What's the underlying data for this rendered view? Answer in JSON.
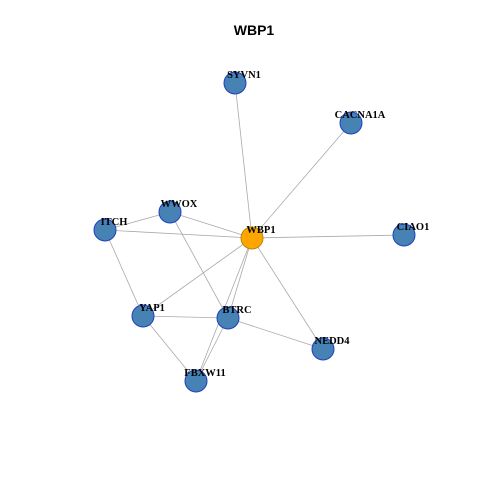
{
  "title": "WBP1",
  "colors": {
    "center_fill": "#FFA500",
    "center_stroke": "#B8860B",
    "node_fill": "#4682B4",
    "node_stroke": "#1F3FBF",
    "edge": "#A9A9A9"
  },
  "nodes": [
    {
      "id": "WBP1",
      "label": "WBP1",
      "center": true
    },
    {
      "id": "SYVN1",
      "label": "SYVN1"
    },
    {
      "id": "CACNA1A",
      "label": "CACNA1A"
    },
    {
      "id": "WWOX",
      "label": "WWOX"
    },
    {
      "id": "ITCH",
      "label": "ITCH"
    },
    {
      "id": "CIAO1",
      "label": "CIAO1"
    },
    {
      "id": "YAP1",
      "label": "YAP1"
    },
    {
      "id": "BTRC",
      "label": "BTRC"
    },
    {
      "id": "NEDD4",
      "label": "NEDD4"
    },
    {
      "id": "FBXW11",
      "label": "FBXW11"
    }
  ],
  "edges": [
    [
      "WBP1",
      "SYVN1"
    ],
    [
      "WBP1",
      "CACNA1A"
    ],
    [
      "WBP1",
      "WWOX"
    ],
    [
      "WBP1",
      "ITCH"
    ],
    [
      "WBP1",
      "CIAO1"
    ],
    [
      "WBP1",
      "YAP1"
    ],
    [
      "WBP1",
      "BTRC"
    ],
    [
      "WBP1",
      "NEDD4"
    ],
    [
      "WBP1",
      "FBXW11"
    ],
    [
      "WWOX",
      "ITCH"
    ],
    [
      "WWOX",
      "BTRC"
    ],
    [
      "ITCH",
      "YAP1"
    ],
    [
      "YAP1",
      "BTRC"
    ],
    [
      "YAP1",
      "FBXW11"
    ],
    [
      "BTRC",
      "NEDD4"
    ],
    [
      "BTRC",
      "FBXW11"
    ]
  ]
}
